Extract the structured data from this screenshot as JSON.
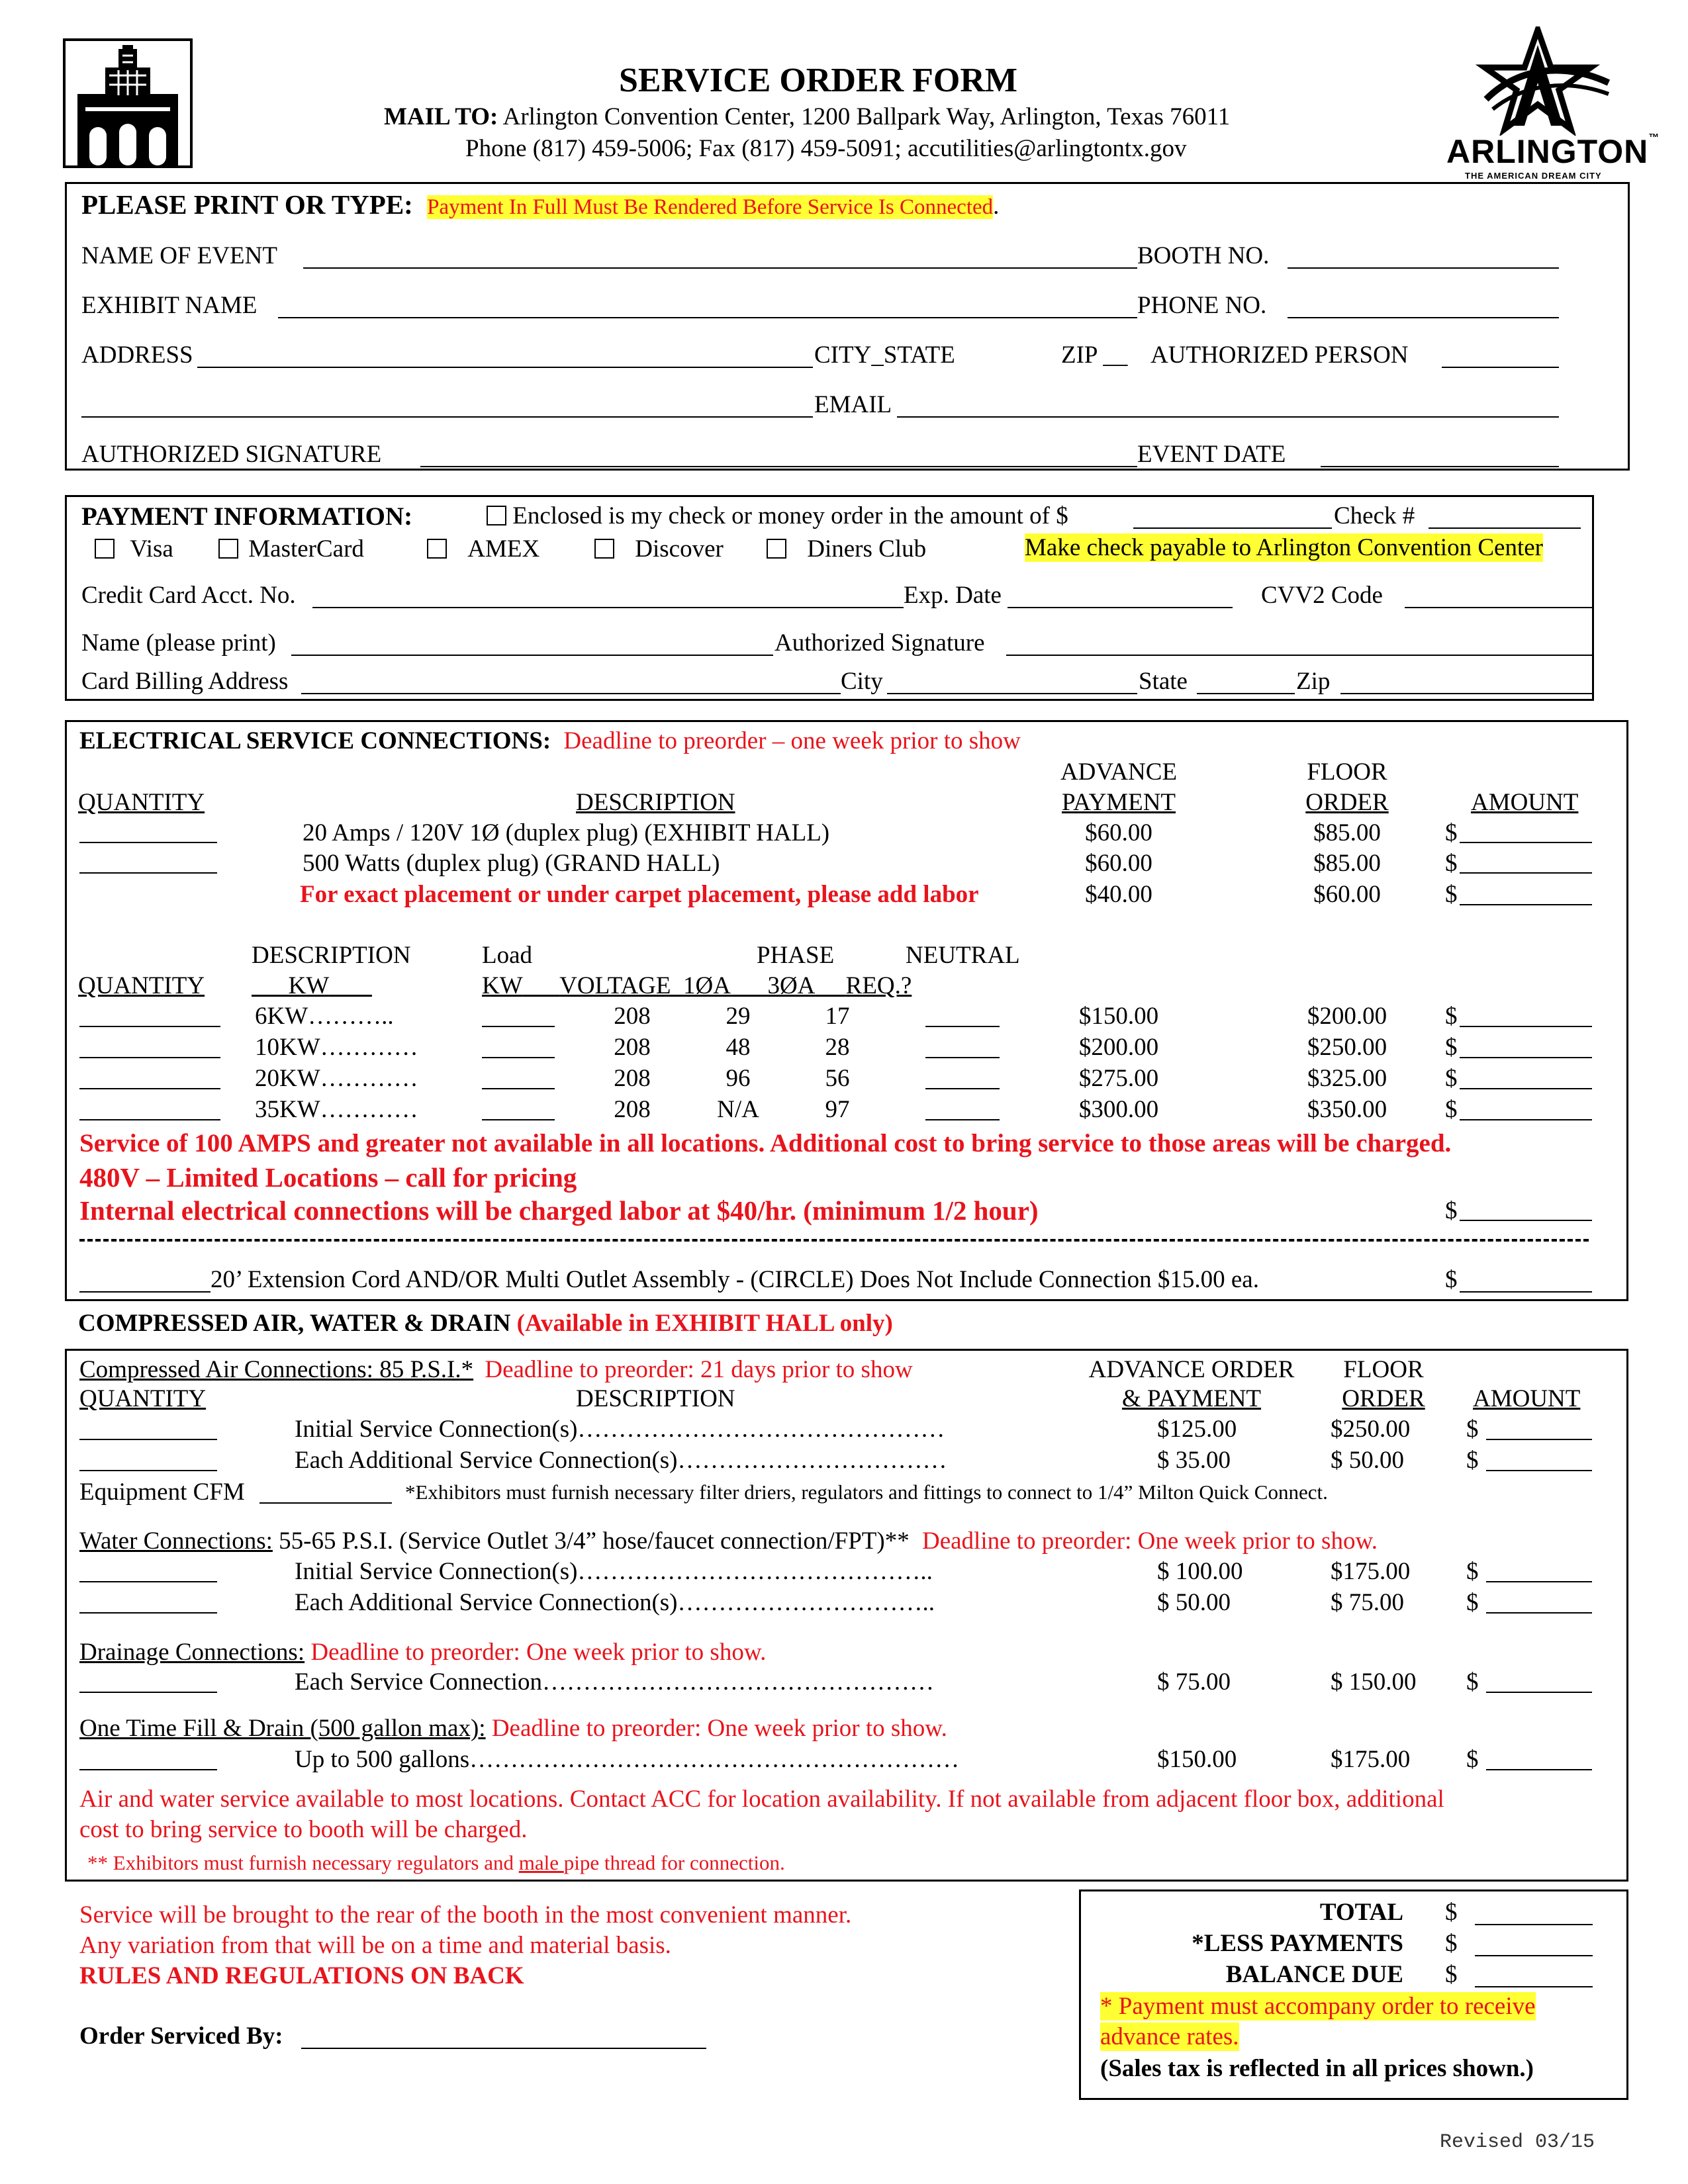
{
  "header": {
    "title": "SERVICE ORDER FORM",
    "mail_to_label": "MAIL TO:",
    "mail_to_address": "Arlington Convention Center, 1200 Ballpark Way, Arlington, Texas  76011",
    "contact": "Phone (817) 459-5006;  Fax (817) 459-5091; accutilities@arlingtontx.gov",
    "logo_text": "ARLINGTON",
    "logo_tm": "™",
    "logo_tagline": "THE AMERICAN DREAM CITY"
  },
  "info": {
    "heading": "PLEASE PRINT OR TYPE:",
    "notice": "Payment In Full Must Be Rendered Before Service Is Connected",
    "notice_end": ".",
    "name_of_event": "NAME OF EVENT",
    "booth_no": "BOOTH NO.",
    "exhibit_name": "EXHIBIT NAME",
    "phone_no": "PHONE NO.",
    "address": "ADDRESS",
    "city_state": "CITY_STATE",
    "zip": "ZIP __",
    "authorized_person": "AUTHORIZED PERSON",
    "email": "EMAIL",
    "authorized_signature": "AUTHORIZED SIGNATURE",
    "event_date": "EVENT DATE"
  },
  "payment": {
    "heading": "PAYMENT INFORMATION:",
    "enclosed": "Enclosed is my check or money order in the amount of $",
    "check_no": "Check #",
    "cards": [
      "Visa",
      "MasterCard",
      "AMEX",
      "Discover",
      "Diners Club"
    ],
    "payable_note": "Make check payable to Arlington Convention Center",
    "cc_acct": "Credit Card Acct. No.",
    "exp_date": "Exp. Date",
    "cvv2": "CVV2 Code",
    "name_print": "Name (please print)",
    "auth_sig": "Authorized Signature",
    "billing_address": "Card Billing Address",
    "city": "City",
    "state": "State",
    "zip": "Zip"
  },
  "electrical": {
    "heading": "ELECTRICAL SERVICE CONNECTIONS:",
    "deadline": "Deadline to preorder – one week prior to show",
    "col_advance_1": "ADVANCE",
    "col_advance_2": "PAYMENT",
    "col_floor_1": "FLOOR",
    "col_floor_2": "ORDER",
    "col_quantity": "QUANTITY",
    "col_description": "DESCRIPTION",
    "col_amount": "AMOUNT",
    "rows": [
      {
        "desc": "20 Amps / 120V 1Ø  (duplex plug)  (EXHIBIT HALL)",
        "advance": "$60.00",
        "floor": "$85.00",
        "amount": "$"
      },
      {
        "desc": "500 Watts (duplex plug)  (GRAND HALL)",
        "advance": "$60.00",
        "floor": "$85.00",
        "amount": "$"
      },
      {
        "desc": "For exact placement or under carpet placement, please add labor",
        "advance": "$40.00",
        "floor": "$60.00",
        "amount": "$"
      }
    ],
    "t2_description": "DESCRIPTION",
    "t2_kw": "KW",
    "t2_load": "Load",
    "t2_load_kw": "KW",
    "t2_voltage": "VOLTAGE",
    "t2_phase": "PHASE",
    "t2_1a": "1ØA",
    "t2_3a": "3ØA",
    "t2_neutral": "NEUTRAL",
    "t2_req": "REQ.?",
    "t2_quantity": "QUANTITY",
    "kw_rows": [
      {
        "kw": "6KW………..",
        "voltage": "208",
        "p1": "29",
        "p3": "17",
        "advance": "$150.00",
        "floor": "$200.00",
        "amount": "$"
      },
      {
        "kw": "10KW…………",
        "voltage": "208",
        "p1": "48",
        "p3": "28",
        "advance": "$200.00",
        "floor": "$250.00",
        "amount": "$"
      },
      {
        "kw": "20KW…………",
        "voltage": "208",
        "p1": "96",
        "p3": "56",
        "advance": "$275.00",
        "floor": "$325.00",
        "amount": "$"
      },
      {
        "kw": "35KW…………",
        "voltage": "208",
        "p1": "N/A",
        "p3": "97",
        "advance": "$300.00",
        "floor": "$350.00",
        "amount": "$"
      }
    ],
    "note_100amps": "Service of 100 AMPS and greater not available in all locations. Additional cost to bring service to those areas will be charged.",
    "note_480v": "480V – Limited Locations – call for pricing",
    "note_labor": "Internal electrical connections will be charged labor at $40/hr. (minimum 1/2 hour)",
    "note_labor_amount": "$",
    "extension": "20’ Extension Cord AND/OR Multi Outlet Assembly - (CIRCLE) Does Not Include Connection $15.00 ea.",
    "extension_amount": "$"
  },
  "air_water": {
    "heading": "COMPRESSED AIR, WATER & DRAIN",
    "heading_note": "(Available in EXHIBIT HALL only)",
    "air_label": "Compressed Air Connections:",
    "air_psi": " 85 P.S.I.*",
    "air_deadline": "Deadline to preorder:  21 days prior to show",
    "col_advance_1": "ADVANCE ORDER",
    "col_advance_2": "& PAYMENT",
    "col_floor_1": "FLOOR",
    "col_floor_2": "ORDER",
    "col_amount": "AMOUNT",
    "col_quantity": "QUANTITY",
    "col_description": "DESCRIPTION",
    "air_rows": [
      {
        "desc": "Initial Service Connection(s)………………………………………",
        "advance": "$125.00",
        "floor": "$250.00",
        "amount": "$"
      },
      {
        "desc": "Each Additional Service Connection(s)……………………………",
        "advance": "$  35.00",
        "floor": "$  50.00",
        "amount": "$"
      }
    ],
    "equipment_cfm": "Equipment CFM",
    "equipment_note": "*Exhibitors must furnish necessary filter driers, regulators and fittings to connect to 1/4” Milton Quick Connect.",
    "water_label": "Water Connections:",
    "water_psi": "  55-65 P.S.I. (Service Outlet 3/4” hose/faucet connection/FPT)**",
    "water_deadline": "Deadline to preorder:  One week prior to show.",
    "water_rows": [
      {
        "desc": "Initial Service Connection(s)……………………………………..",
        "advance": "$ 100.00",
        "floor": "$175.00",
        "amount": "$"
      },
      {
        "desc": "Each Additional Service Connection(s)…………………………..",
        "advance": "$  50.00",
        "floor": "$  75.00",
        "amount": "$"
      }
    ],
    "drain_label": "Drainage Connections:",
    "drain_deadline": "Deadline to preorder:  One week prior to show.",
    "drain_rows": [
      {
        "desc": "Each Service Connection…………………………………………",
        "advance": "$  75.00",
        "floor": "$ 150.00",
        "amount": "$"
      }
    ],
    "fill_label": "One Time Fill & Drain (500 gallon max):",
    "fill_deadline": "Deadline to preorder:  One week prior to show.",
    "fill_rows": [
      {
        "desc": "Up to 500 gallons……………………………………………………",
        "advance": "$150.00",
        "floor": "$175.00",
        "amount": "$"
      }
    ],
    "availability_1": "Air and water service available to most locations. Contact ACC for location availability.  If not available from adjacent floor box, additional",
    "availability_2": "cost to bring service to booth will be charged.",
    "male_note_1": "** Exhibitors must furnish necessary regulators and ",
    "male_note_u": "male ",
    "male_note_2": "pipe thread for connection."
  },
  "footer": {
    "service_1": "Service will be brought to the rear of the booth in the most convenient manner.",
    "service_2": "Any variation from that will be on a time and material basis.",
    "rules": "RULES AND REGULATIONS ON BACK",
    "serviced_by": "Order Serviced By:",
    "total": "TOTAL",
    "less_payments": "*LESS PAYMENTS",
    "balance_due": "BALANCE DUE",
    "dollar": "$",
    "accompany_1": "* Payment must accompany order to receive",
    "accompany_2": "advance rates.",
    "sales_tax": "(Sales tax is reflected in all prices shown.)",
    "revised": "Revised 03/15"
  }
}
